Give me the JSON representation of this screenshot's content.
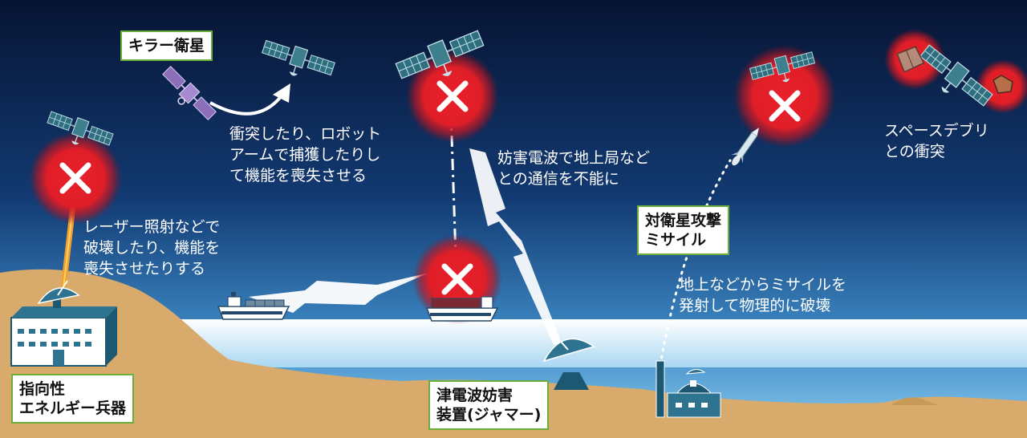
{
  "labels": {
    "killer_satellite": "キラー衛星",
    "directed_energy_weapon": "指向性\nエネルギー兵器",
    "jamming_device": "津電波妨害\n装置(ジャマー)",
    "asat_missile": "対衛星攻撃\nミサイル"
  },
  "captions": {
    "collision_robot_arm": "衝突したり、ロボット\nアームで捕獲したりし\nて機能を喪失させる",
    "laser": "レーザー照射などで\n破壊したり、機能を\n喪失させたりする",
    "jamming": "妨害電波で地上局など\nとの通信を不能に",
    "missile": "地上などからミサイルを\n発射して物理的に破壊",
    "space_debris": "スペースデブリ\nとの衝突"
  },
  "colors": {
    "sky_top": "#071433",
    "sky_bottom": "#5aaee0",
    "ground": "#d8aa6c",
    "sea": "#cfe8f6",
    "impact_red": "#e8202a",
    "satellite_teal": "#2f6e7e",
    "killer_satellite_purple": "#8b6fb8",
    "label_border": "#6cae3a",
    "laser_beam": "#f0a030"
  },
  "icons": [
    "satellite-icon",
    "killer-satellite-icon",
    "cross-mark-icon",
    "ship-icon",
    "dish-antenna-icon",
    "ground-station-icon",
    "missile-icon",
    "debris-icon",
    "lightning-icon"
  ]
}
